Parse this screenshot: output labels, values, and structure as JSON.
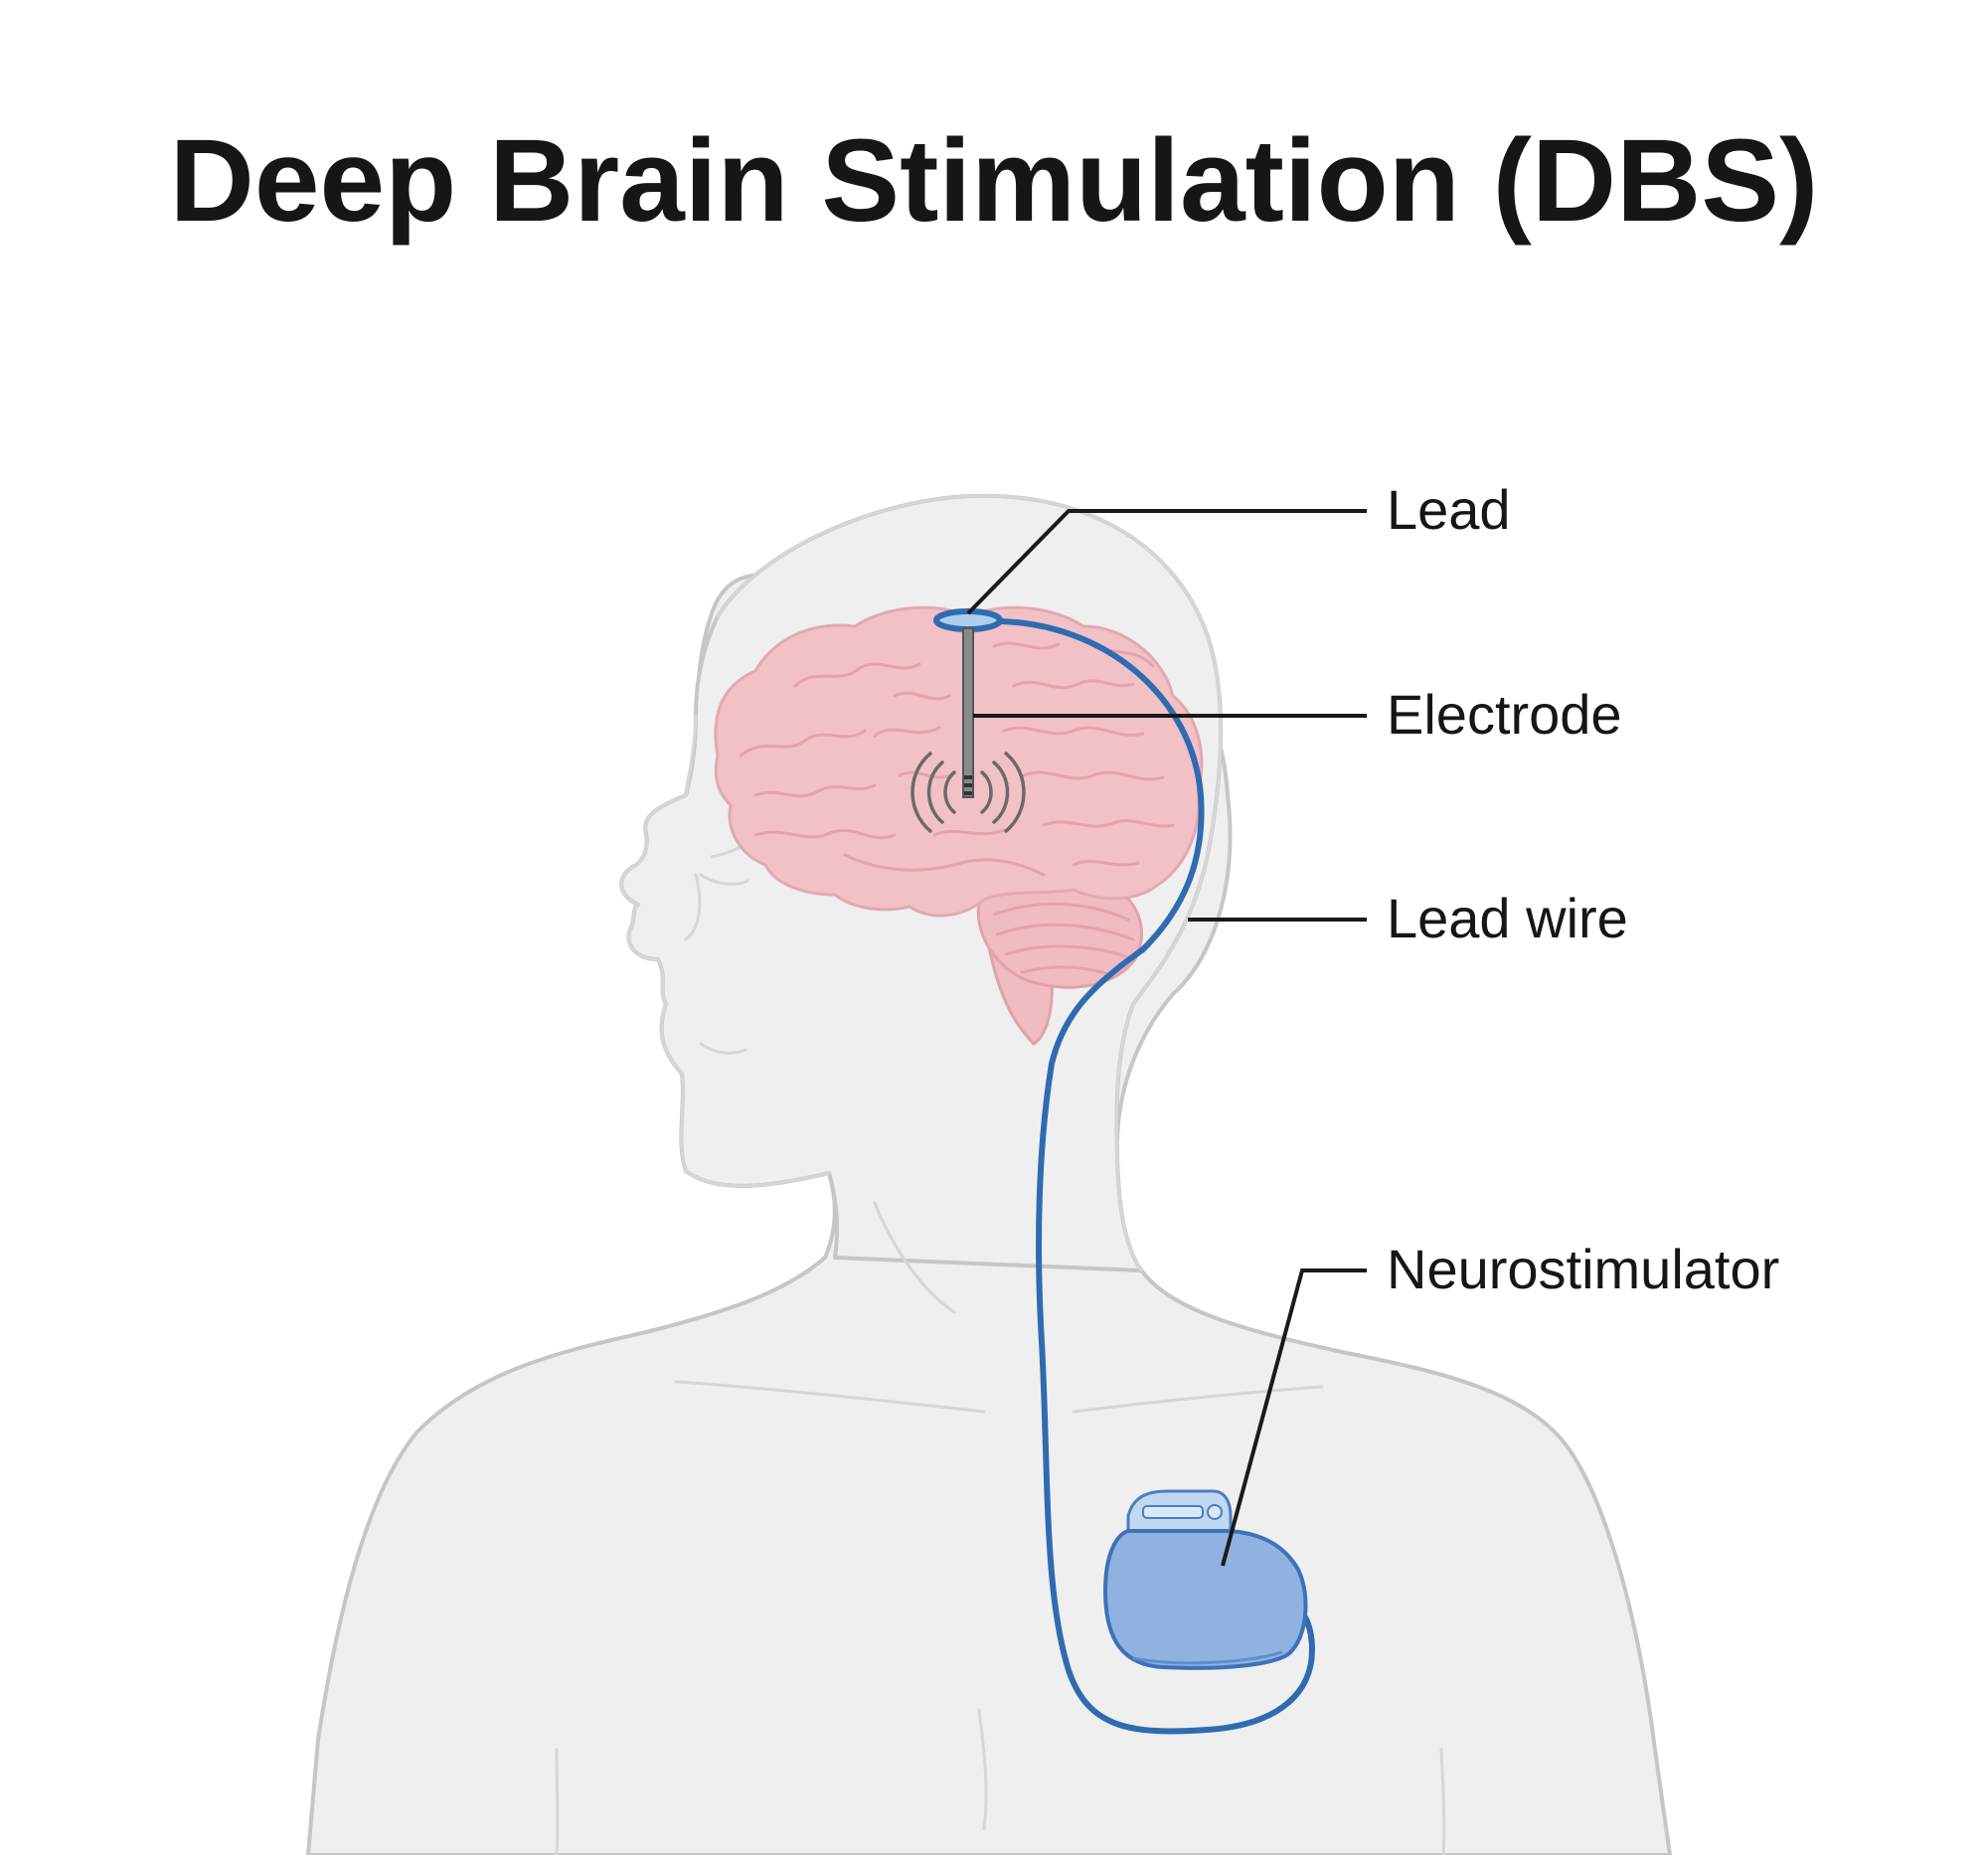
{
  "title": "Deep Brain Stimulation (DBS)",
  "labels": {
    "lead": "Lead",
    "electrode": "Electrode",
    "lead_wire": "Lead wire",
    "neurostimulator": "Neurostimulator"
  },
  "colors": {
    "title": "#161616",
    "body": "#efefef",
    "brain": "#f2c1c6",
    "wire": "#2f6bb0",
    "device": "#8fb2e0"
  }
}
